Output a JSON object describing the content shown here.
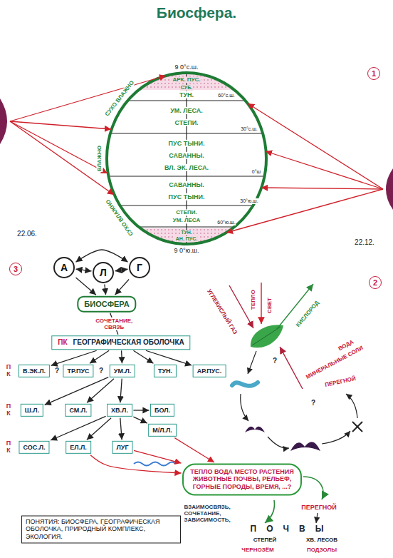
{
  "diagram": {
    "title": "Биосфера.",
    "nodes": [
      {
        "text": [
          "А"
        ]
      },
      {
        "text": [
          "Л"
        ]
      },
      {
        "text": [
          "Г"
        ]
      },
      {
        "text": [
          "БИОСФЕРА"
        ]
      },
      {
        "text": [
          "ПК",
          "ГЕОГРАФИЧЕСКАЯ ОБОЛОЧКА"
        ]
      },
      {
        "text": [
          "В.ЭК.Л."
        ]
      },
      {
        "text": [
          "ТР.ПУС"
        ]
      },
      {
        "text": [
          "УМ.Л."
        ]
      },
      {
        "text": [
          "ТУН."
        ]
      },
      {
        "text": [
          "АР.ПУС."
        ]
      },
      {
        "text": [
          "Ш.Л."
        ]
      },
      {
        "text": [
          "СМ.Л."
        ]
      },
      {
        "text": [
          "ХВ.Л."
        ]
      },
      {
        "text": [
          "БОЛ."
        ]
      },
      {
        "text": [
          "М/Л.Л."
        ]
      },
      {
        "text": [
          "СОС.Л."
        ]
      },
      {
        "text": [
          "ЕЛ.Л."
        ]
      },
      {
        "text": [
          "ЛУГ"
        ]
      },
      {
        "text": [
          "ТЕПЛО ВОДА МЕСТО РАСТЕНИЯ ЖИВОТНЫЕ ПОЧВЫ, РЕЛЬЕФ, ГОРНЫЕ ПОРОДЫ, ВРЕМЯ, ...?"
        ]
      },
      {
        "text": [
          "ПОНЯТИЯ: БИОСФЕРА, ГЕОГРАФИЧЕСКАЯ ОБОЛОЧКА, ПРИРОДНЫЙ КОМПЛЕКС, ЭКОЛОГИЯ."
        ]
      }
    ],
    "edges": [
      {
        "from": 0,
        "to": 1,
        "arrow": "both"
      },
      {
        "from": 1,
        "to": 2,
        "arrow": "both"
      },
      {
        "from": 0,
        "to": 2,
        "arrow": "both"
      },
      {
        "from": 0,
        "to": 3,
        "arrow": "to"
      },
      {
        "from": 1,
        "to": 3,
        "arrow": "to"
      },
      {
        "from": 2,
        "to": 3,
        "arrow": "to"
      },
      {
        "from": 3,
        "to": 4,
        "label": "СОЧЕТАНИЕ, СВЯЗЬ",
        "arrow": "none"
      },
      {
        "from": 4,
        "to": 5,
        "arrow": "to"
      },
      {
        "from": 4,
        "to": 6,
        "arrow": "to"
      },
      {
        "from": 4,
        "to": 7,
        "arrow": "to"
      },
      {
        "from": 4,
        "to": 8,
        "arrow": "to"
      },
      {
        "from": 4,
        "to": 9,
        "arrow": "to"
      },
      {
        "from": 7,
        "to": 10,
        "arrow": "to"
      },
      {
        "from": 7,
        "to": 11,
        "arrow": "to"
      },
      {
        "from": 7,
        "to": 12,
        "arrow": "to"
      },
      {
        "from": 12,
        "to": 13,
        "arrow": "to"
      },
      {
        "from": 12,
        "to": 14,
        "arrow": "to"
      },
      {
        "from": 12,
        "to": 15,
        "arrow": "to"
      },
      {
        "from": 12,
        "to": 16,
        "arrow": "to"
      },
      {
        "from": 12,
        "to": 17,
        "arrow": "to"
      },
      {
        "from": 14,
        "to": 18,
        "arrow": "to"
      },
      {
        "from": 16,
        "to": 18,
        "arrow": "to"
      },
      {
        "from": 17,
        "to": 18,
        "arrow": "to"
      }
    ],
    "labels": [
      "9 0°с.ш.",
      "АРК. ПУС.",
      "СУБ.",
      "ТУН.",
      "60°с.ш.",
      "УМ. ЛЕСА.",
      "СТЕПИ.",
      "30°с.ш.",
      "ПУС ТЫНИ.",
      "САВАННЫ.",
      "ВЛ. ЭК. ЛЕСА.",
      "0°ш",
      "САВАННЫ.",
      "ПУС ТЫНИ.",
      "30°ю.ш.",
      "СТЕПИ.",
      "УМ. ЛЕСА",
      "60°ю.ш.",
      "ТУН.",
      "АН. ПУС.",
      "9 0°ю.ш.",
      "СУХО ВЛАЖНО",
      "ВЛАЖНО",
      "СУХО ВЛАЖНО",
      "22.06.",
      "22.12.",
      "1",
      "2",
      "3",
      "ПК",
      "ПК",
      "ПК",
      "?",
      "?",
      "ВЗАИМОСВЯЗЬ, СОЧЕТАНИЕ, ЗАВИСИМОСТЬ,",
      "УГЛЕКИСЛЫЙ ГАЗ",
      "ТЕПЛО",
      "СВЕТ",
      "КИСЛОРОД",
      "ВОДА",
      "МИНЕРАЛЬНЫЕ СОЛИ",
      "ПЕРЕГНОЙ",
      "?",
      "?",
      "ПЕРЕГНОЙ",
      "ПОЧВЫ",
      "СТЕПЕЙ",
      "ХВ. ЛЕСОВ",
      "ЧЕРНОЗЁМ",
      "ПОДЗОЛЫ"
    ]
  }
}
